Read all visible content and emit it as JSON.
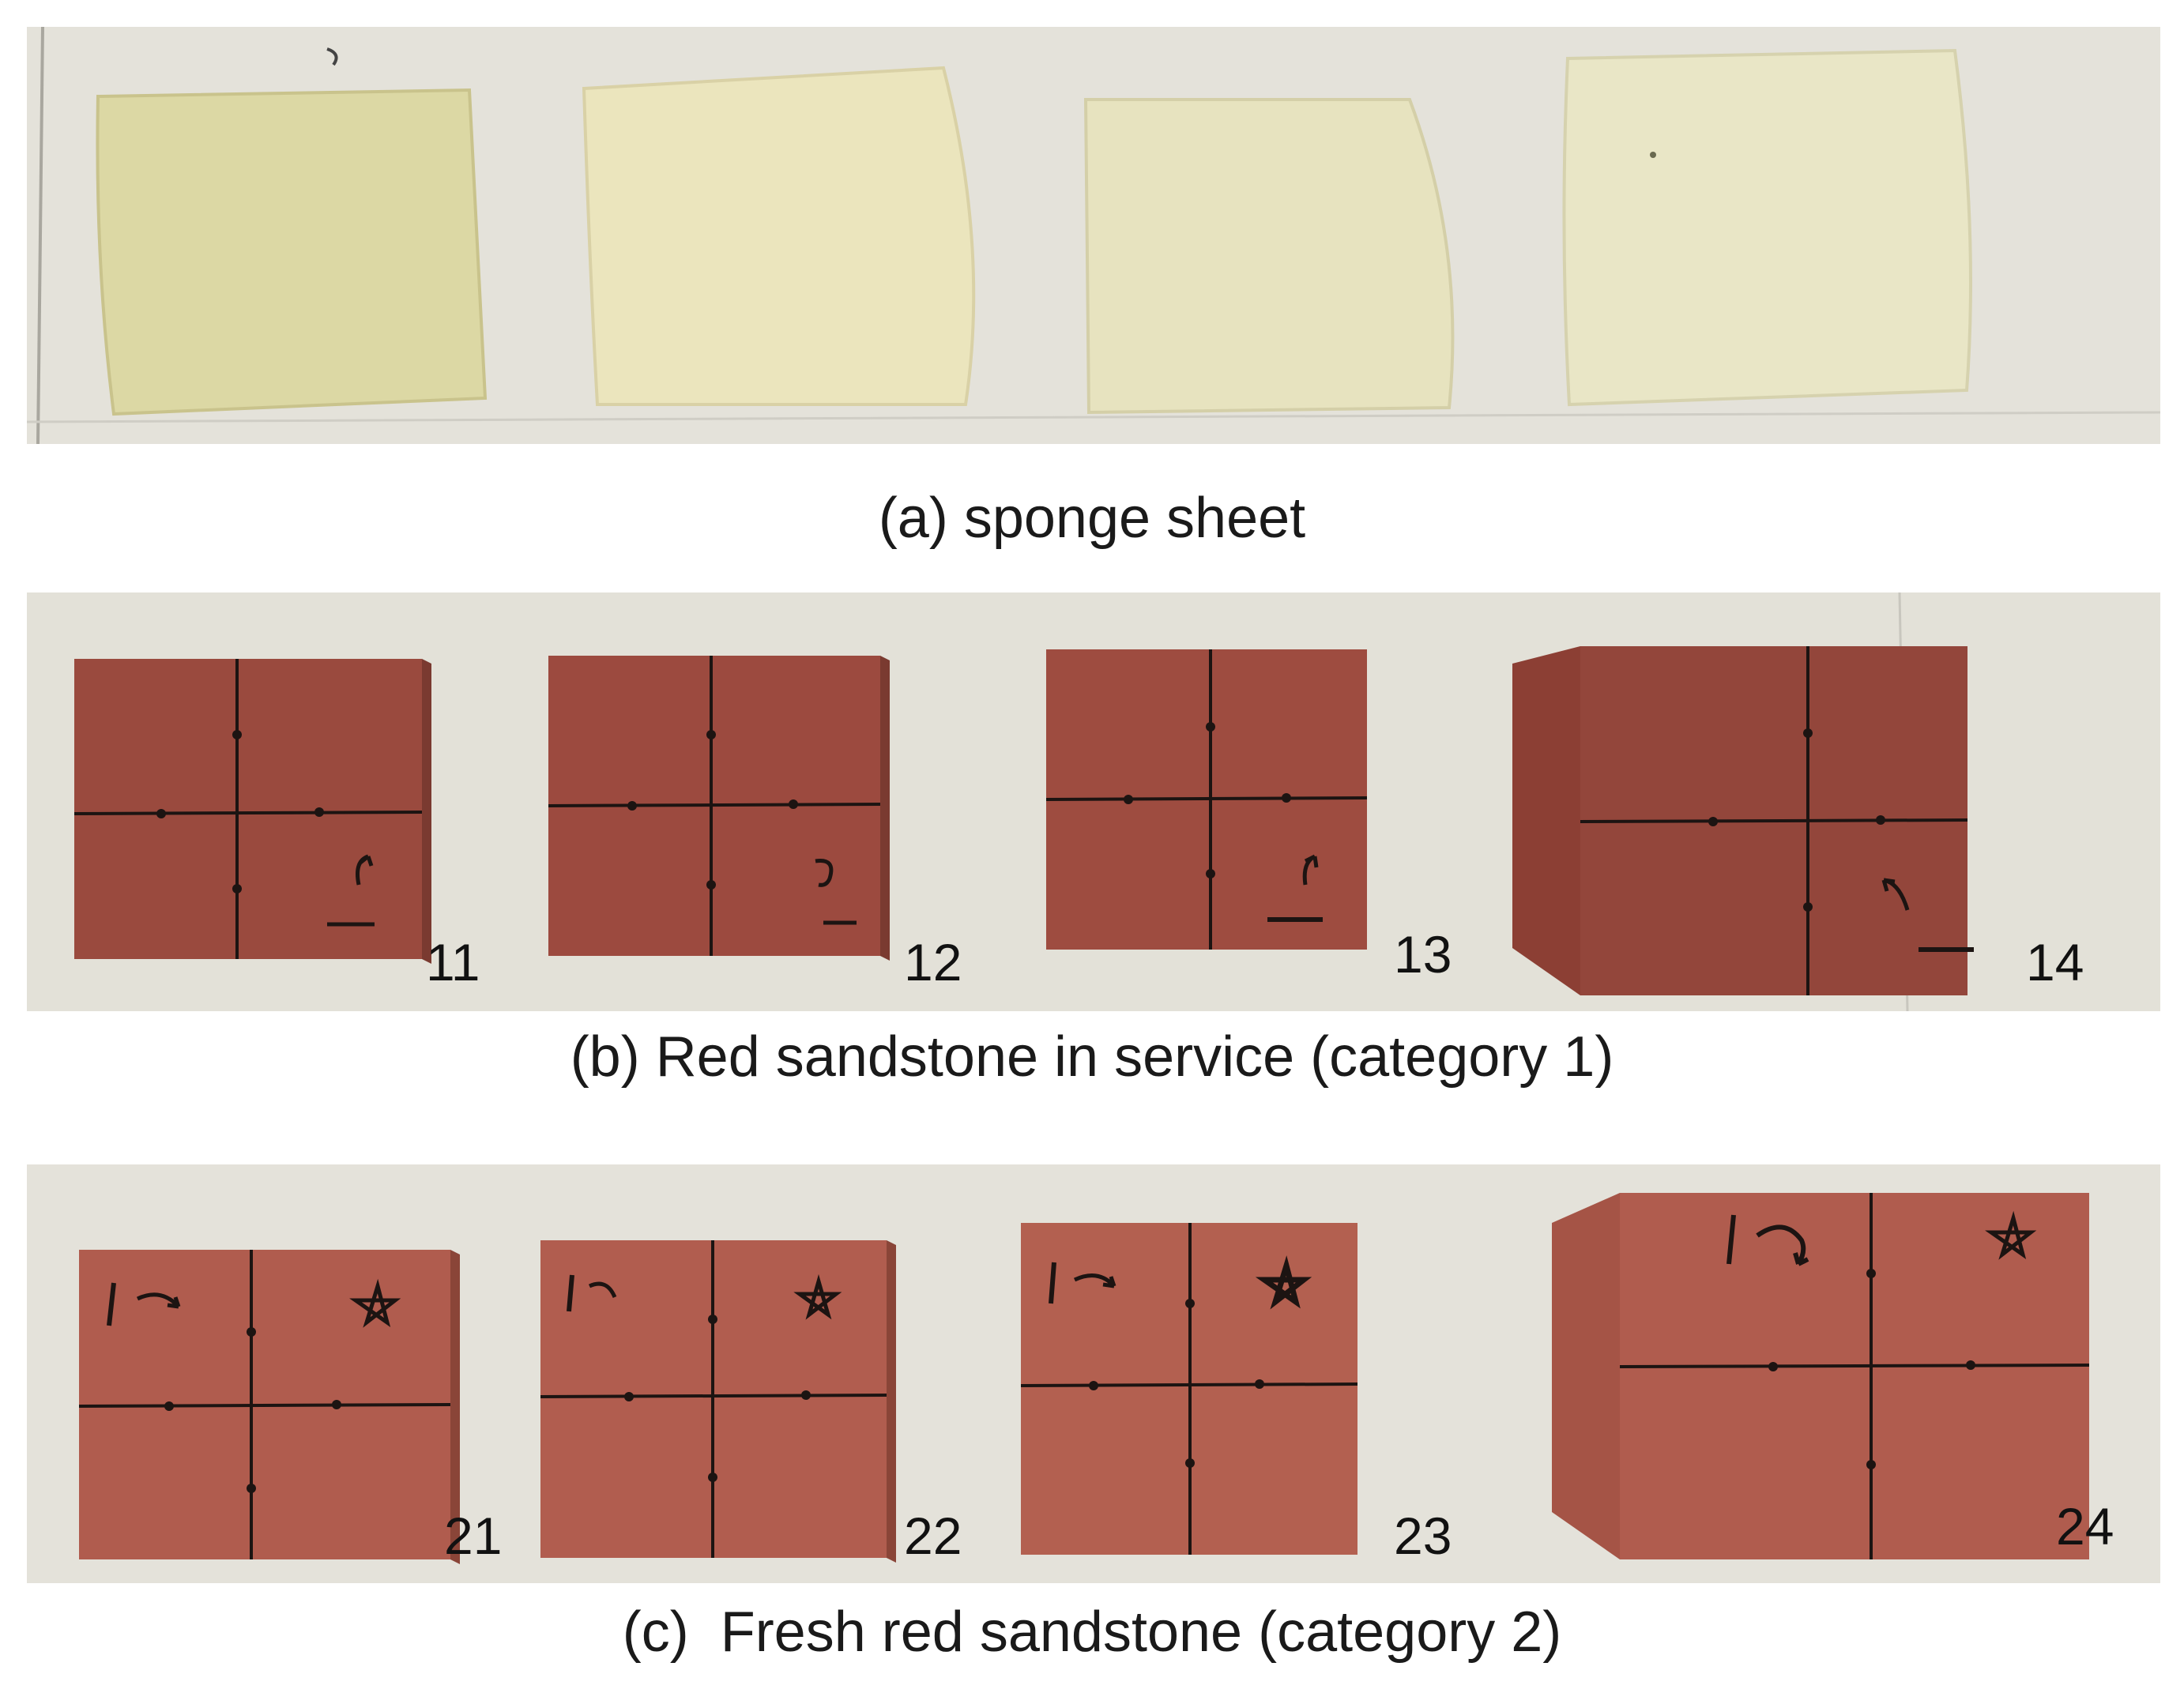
{
  "panels": {
    "a": {
      "caption": "(a) sponge sheet"
    },
    "b": {
      "caption": "(b) Red sandstone in service (category 1)",
      "labels": [
        "11",
        "12",
        "13",
        "14"
      ]
    },
    "c": {
      "caption": "(c)  Fresh red sandstone (category 2)",
      "labels": [
        "21",
        "22",
        "23",
        "24"
      ]
    }
  },
  "colors": {
    "floor": "#e4e2da",
    "sponge": "#dcd8a4",
    "sandstone_in_service": "#9a4a3e",
    "fresh_sandstone": "#b05c4e",
    "marker_ink": "#1c1412"
  }
}
